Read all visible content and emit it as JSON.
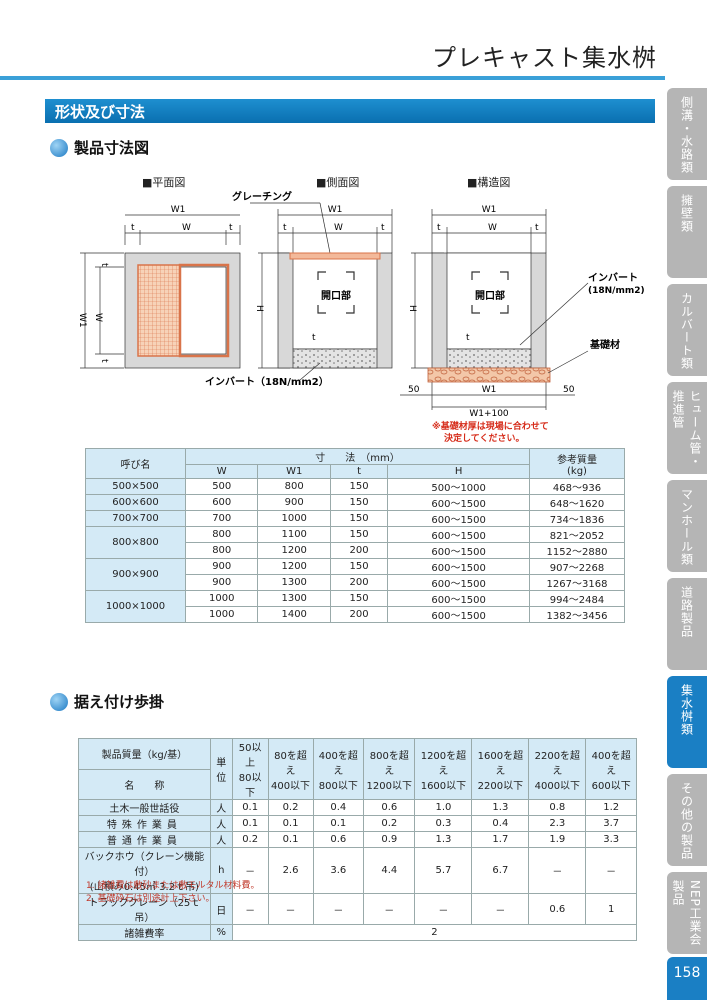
{
  "header": {
    "title": "プレキャスト集水桝"
  },
  "section": {
    "title": "形状及び寸法"
  },
  "subheads": {
    "dims": "製品寸法図",
    "install": "据え付け歩掛"
  },
  "views": {
    "plan": "■平面図",
    "side": "■側面図",
    "struct": "■構造図"
  },
  "drawing": {
    "grating": "グレーチング",
    "opening": "開口部",
    "invert_label": "インバート（18N/mm2）",
    "invert_a": "インバート",
    "invert_b": "(18N/mm2)",
    "base": "基礎材",
    "W1": "W1",
    "W": "W",
    "t": "t",
    "H": "H",
    "w1_100": "W1+100",
    "fifty": "50",
    "note1": "※基礎材厚は現場に合わせて",
    "note2": "決定してください。"
  },
  "dim_table": {
    "h_name": "呼び名",
    "h_dims": "寸　　法　（mm）",
    "h_mass": "参考質量",
    "h_mass_unit": "(kg)",
    "cols": [
      "W",
      "W1",
      "t",
      "H"
    ],
    "rows": [
      {
        "name": "500×500",
        "vals": [
          "500",
          "800",
          "150",
          "500～1000",
          "468～936"
        ]
      },
      {
        "name": "600×600",
        "vals": [
          "600",
          "900",
          "150",
          "600～1500",
          "648～1620"
        ]
      },
      {
        "name": "700×700",
        "vals": [
          "700",
          "1000",
          "150",
          "600～1500",
          "734～1836"
        ]
      },
      {
        "name": "800×800",
        "vals": [
          "800",
          "1100",
          "150",
          "600～1500",
          "821～2052"
        ],
        "vals2": [
          "800",
          "1200",
          "200",
          "600～1500",
          "1152～2880"
        ]
      },
      {
        "name": "900×900",
        "vals": [
          "900",
          "1200",
          "150",
          "600～1500",
          "907～2268"
        ],
        "vals2": [
          "900",
          "1300",
          "200",
          "600～1500",
          "1267～3168"
        ]
      },
      {
        "name": "1000×1000",
        "vals": [
          "1000",
          "1300",
          "150",
          "600～1500",
          "994～2484"
        ],
        "vals2": [
          "1000",
          "1400",
          "200",
          "600～1500",
          "1382～3456"
        ]
      }
    ]
  },
  "work_table": {
    "h_mass": "製品質量（kg/基）",
    "h_name": "名　　称",
    "h_unit": "単位",
    "cols": [
      [
        "50以上",
        "80以下"
      ],
      [
        "80を超え",
        "400以下"
      ],
      [
        "400を超え",
        "800以下"
      ],
      [
        "800を超え",
        "1200以下"
      ],
      [
        "1200を超え",
        "1600以下"
      ],
      [
        "1600を超え",
        "2200以下"
      ],
      [
        "2200を超え",
        "4000以下"
      ],
      [
        "400を超え",
        "600以下"
      ]
    ],
    "rows": [
      {
        "name": "土木一般世話役",
        "unit": "人",
        "vals": [
          "0.1",
          "0.2",
          "0.4",
          "0.6",
          "1.0",
          "1.3",
          "0.8",
          "1.2"
        ]
      },
      {
        "name": "特殊作業員",
        "unit": "人",
        "vals": [
          "0.1",
          "0.1",
          "0.1",
          "0.2",
          "0.3",
          "0.4",
          "2.3",
          "3.7"
        ]
      },
      {
        "name": "普通作業員",
        "unit": "人",
        "vals": [
          "0.2",
          "0.1",
          "0.6",
          "0.9",
          "1.3",
          "1.7",
          "1.9",
          "3.3"
        ]
      },
      {
        "name": "バックホウ（クレーン機能付）",
        "name2": "(山積み0.45㎥ 3.2ｔ吊)",
        "unit": "h",
        "vals": [
          "－",
          "2.6",
          "3.6",
          "4.4",
          "5.7",
          "6.7",
          "－",
          "－"
        ]
      },
      {
        "name": "トラッククレーン（25ｔ吊）",
        "unit": "日",
        "vals": [
          "－",
          "－",
          "－",
          "－",
          "－",
          "－",
          "0.6",
          "1"
        ]
      }
    ],
    "misc": {
      "name": "諸雑費率",
      "unit": "%",
      "val": "2"
    }
  },
  "notes": [
    "1. 諸雑費は敷砂または敷モルタル材料費。",
    "2. 基礎砕石は別途計上下さい。"
  ],
  "tabs": [
    "側溝・水路類",
    "擁壁類",
    "カルバート類",
    "ヒューム管・推進管",
    "マンホール類",
    "道路製品",
    "集水桝類",
    "その他の製品",
    "NEP工業会製品"
  ],
  "page": "158",
  "colors": {
    "accent": "#1a7fc4",
    "tab": "#b5b5b5",
    "header_line": "#3aa0d8"
  }
}
